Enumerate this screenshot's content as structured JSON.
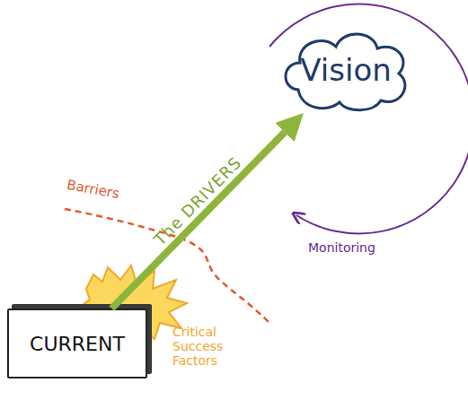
{
  "diagram": {
    "nodes": [
      {
        "text": [
          "CURRENT"
        ]
      },
      {
        "text": [
          "Vision"
        ]
      }
    ],
    "edges": [
      {
        "from": 0,
        "to": 1,
        "arrow": "to",
        "label": "The DRIVERS"
      }
    ],
    "labels": [
      "Barriers",
      "Critical Success Factors",
      "Monitoring"
    ]
  }
}
